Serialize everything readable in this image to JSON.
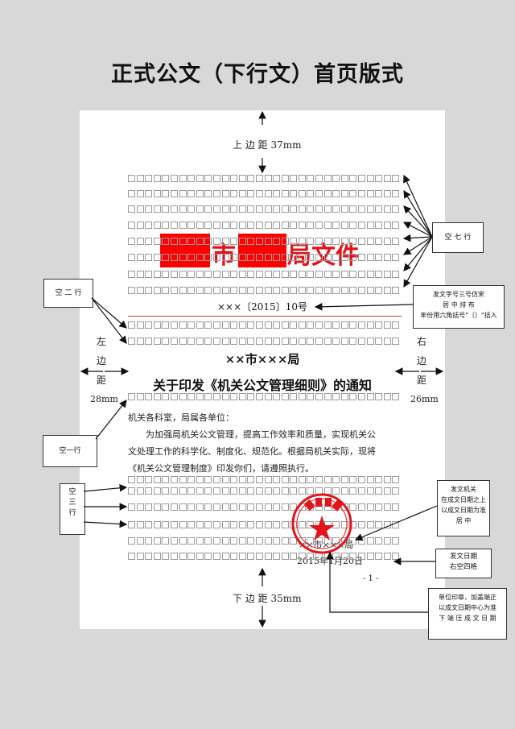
{
  "page_title": "正式公文（下行文）首页版式",
  "margins": {
    "top": "上 边 距 37mm",
    "bottom": "下 边 距 35mm",
    "left_chars": [
      "左",
      "边",
      "距",
      "28mm"
    ],
    "right_chars": [
      "右",
      "边",
      "距",
      "26mm"
    ]
  },
  "header": {
    "city_text": "市",
    "bureau_text": "局文件",
    "doc_number": "×××〔2015〕10号"
  },
  "document": {
    "issuer": "××市×××局",
    "title": "关于印发《机关公文管理细则》的通知",
    "salutation": "机关各科室，局属各单位：",
    "body_lines": [
      "为加强局机关公文管理，提高工作效率和质量，实现机关公",
      "文处理工作的科学化、制度化、规范化。根据局机关实际，现将",
      "《机关公文管理制度》印发你们，请遵照执行。"
    ],
    "signer": "××市×××局",
    "date": "2015年1月20日",
    "page_number": "- 1 -"
  },
  "callouts": {
    "seven_lines": "空 七 行",
    "two_lines": "空 二 行",
    "one_line": "空一行",
    "three_lines": [
      "空",
      "三",
      "行"
    ],
    "doc_number_note": [
      "发文字号三号仿宋",
      "居 中 排 布",
      "年份用六角括号\"〔〕\"括入"
    ],
    "issuer_note": [
      "发文机关",
      "在成文日期之上",
      "以成文日期为准",
      "居 中"
    ],
    "date_note": [
      "发文日期",
      "右空四格"
    ],
    "seal_note": [
      "单位印章，加盖端正",
      "以成文日期中心为准",
      "下 端 压 成 文 日 期"
    ]
  },
  "colors": {
    "red": "#e0141a",
    "background": "#d8d8d8",
    "paper": "#ffffff"
  }
}
